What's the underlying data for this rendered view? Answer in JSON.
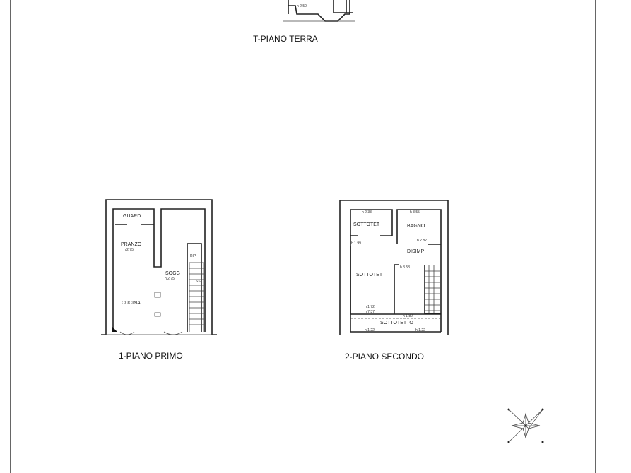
{
  "sheet": {
    "border_color": "#555555",
    "line_color": "#222222"
  },
  "ground_floor": {
    "title": "T-PIANO TERRA",
    "height_label": "h 2.50"
  },
  "first_floor": {
    "title": "1-PIANO PRIMO",
    "rooms": [
      {
        "name": "GUARD"
      },
      {
        "name": "PRANZO",
        "height": "h 2.75"
      },
      {
        "name": "SOGG",
        "height": "h 2.75"
      },
      {
        "name": "RIP"
      },
      {
        "name": "CUCINA"
      }
    ],
    "stair_mark": "SS"
  },
  "second_floor": {
    "title": "2-PIANO SECONDO",
    "rooms": [
      {
        "name": "SOTTOTET",
        "height": "h 2.33"
      },
      {
        "name": "BAGNO",
        "height": "h 3.55"
      },
      {
        "name": "DISIMP",
        "height": "h 2.82"
      },
      {
        "name": "SOTTOTET",
        "height": "h 3.58"
      },
      {
        "name": "SOTTOTETTO",
        "height": "h 1.82"
      }
    ],
    "other_heights": [
      "h 1.99",
      "h 1.72",
      "h 7.37",
      "h 1.22",
      "h 1.22"
    ]
  },
  "compass": {
    "icon": "compass-rose-icon"
  }
}
